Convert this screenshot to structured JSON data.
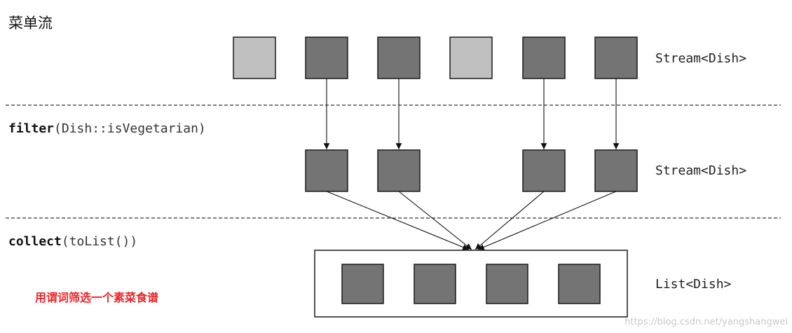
{
  "title": "菜单流",
  "stream_label": "Stream<Dish>",
  "list_label": "List<Dish>",
  "filter_op": {
    "keyword": "filter",
    "args": "(Dish::isVegetarian)"
  },
  "collect_op": {
    "keyword": "collect",
    "args": "(toList())"
  },
  "caption": "用谓词筛选一个素菜食谱",
  "watermark": "https://blog.csdn.net/yangshangwei",
  "source_stream": [
    "non-vegetarian",
    "vegetarian",
    "vegetarian",
    "non-vegetarian",
    "vegetarian",
    "vegetarian"
  ],
  "filtered_count": 4,
  "collected_count": 4,
  "colors": {
    "vegetarian": "#747474",
    "non_vegetarian": "#c0c0c0",
    "caption": "#e8262a"
  }
}
